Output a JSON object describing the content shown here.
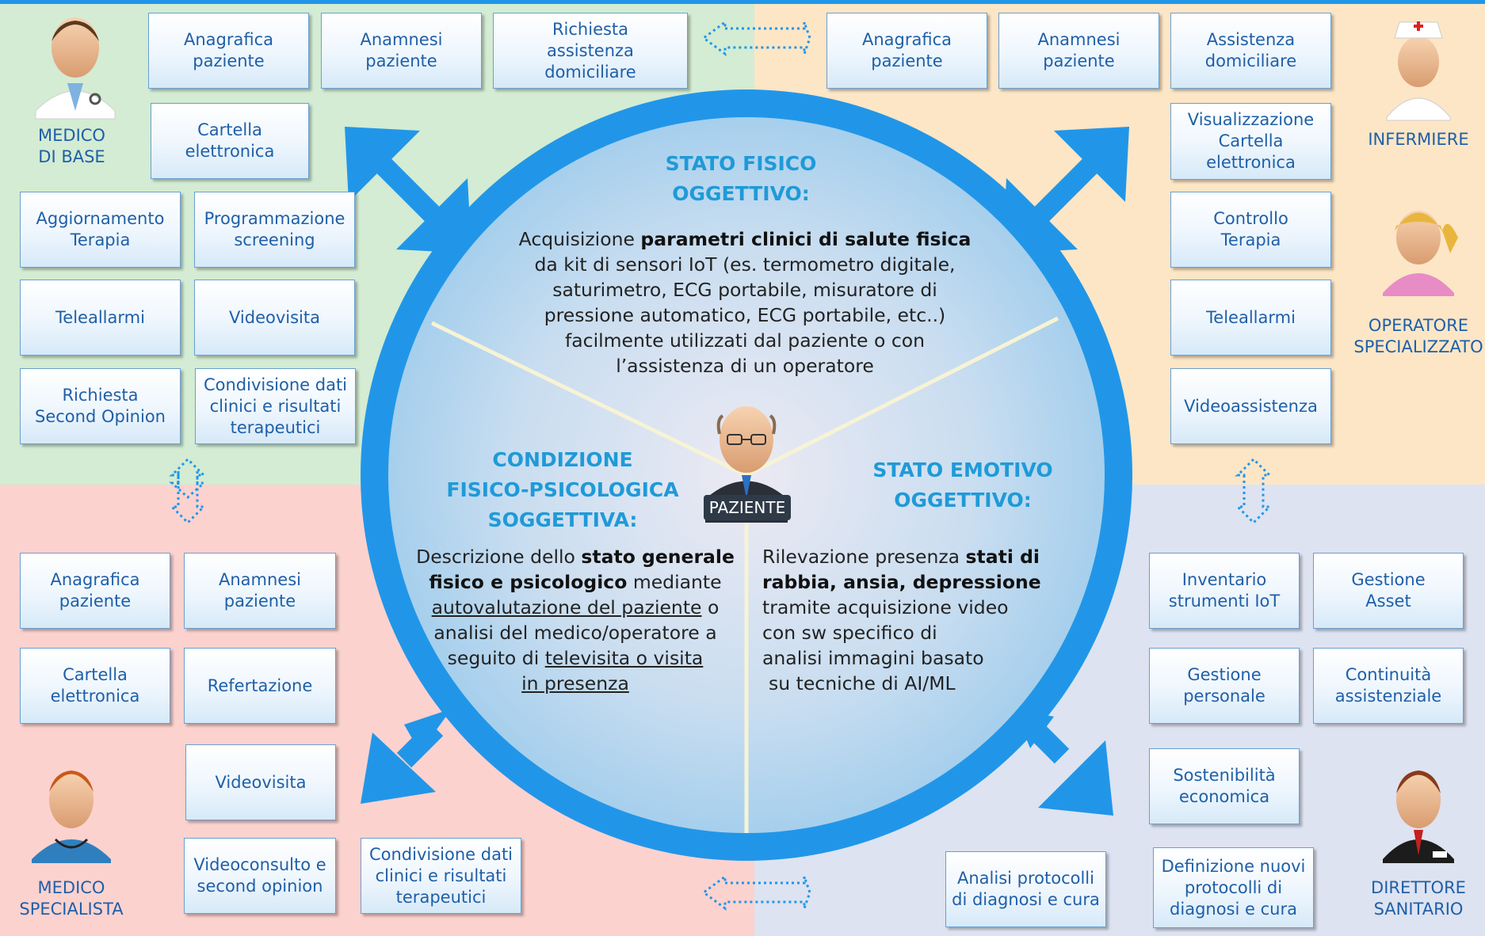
{
  "roles": {
    "medico_base": "MEDICO\nDI BASE",
    "infermiere": "INFERMIERE",
    "operatore": "OPERATORE\nSPECIALIZZATO",
    "medico_specialista": "MEDICO\nSPECIALISTA",
    "direttore": "DIRETTORE\nSANITARIO"
  },
  "boxes": {
    "tl_anagrafica": "Anagrafica\npaziente",
    "tl_anamnesi": "Anamnesi\npaziente",
    "tl_richiesta_dom": "Richiesta\nassistenza domiciliare",
    "tl_cartella": "Cartella\nelettronica",
    "tl_aggiornamento": "Aggiornamento\nTerapia",
    "tl_programmazione": "Programmazione\nscreening",
    "tl_teleallarmi": "Teleallarmi",
    "tl_videovisita": "Videovisita",
    "tl_second_opinion": "Richiesta\nSecond Opinion",
    "tl_condivisione": "Condivisione dati\nclinici e risultati\nterapeutici",
    "tr_anagrafica": "Anagrafica\npaziente",
    "tr_anamnesi": "Anamnesi\npaziente",
    "tr_assistenza": "Assistenza\ndomiciliare",
    "tr_visualizzazione": "Visualizzazione\nCartella\nelettronica",
    "tr_controllo": "Controllo\nTerapia",
    "tr_teleallarmi": "Teleallarmi",
    "tr_videoassistenza": "Videoassistenza",
    "bl_anagrafica": "Anagrafica\npaziente",
    "bl_anamnesi": "Anamnesi\npaziente",
    "bl_cartella": "Cartella\nelettronica",
    "bl_refertazione": "Refertazione",
    "bl_videovisita": "Videovisita",
    "bl_videoconsulto": "Videoconsulto e\nsecond opinion",
    "bl_condivisione": "Condivisione dati\nclinici e risultati\nterapeutici",
    "br_inventario": "Inventario\nstrumenti IoT",
    "br_gestione_asset": "Gestione\nAsset",
    "br_gestione_personale": "Gestione\npersonale",
    "br_continuita": "Continuità\nassistenziale",
    "br_sostenibilita": "Sostenibilità\neconomica",
    "br_analisi": "Analisi protocolli\ndi diagnosi e cura",
    "br_definizione": "Definizione nuovi\nprotocolli di\ndiagnosi e cura"
  },
  "circle": {
    "top_heading": "STATO FISICO\nOGGETTIVO:",
    "top_pre": "Acquisizione ",
    "top_bold": "parametri clinici di salute fisica",
    "top_line2": "da kit di sensori IoT (es. termometro digitale,",
    "top_line3": "saturimetro, ECG portabile, misuratore di",
    "top_line4": "pressione automatico, ECG portabile, etc..)",
    "top_line5": "facilmente utilizzati dal paziente o con",
    "top_line6": "l’assistenza di un operatore",
    "left_heading": "CONDIZIONE\nFISICO-PSICOLOGICA\nSOGGETTIVA:",
    "left_pre": "Descrizione dello ",
    "left_bold1": "stato generale",
    "left_bold2": "fisico e psicologico",
    "left_after_bold2": " mediante",
    "left_underline1": "autovalutazione del paziente",
    "left_after_u1": " o",
    "left_line4": "analisi del medico/operatore a",
    "left_line5_pre": "seguito di ",
    "left_underline2": "televisita o visita",
    "left_underline3": "in presenza",
    "right_heading": "STATO EMOTIVO\nOGGETTIVO:",
    "right_pre": "Rilevazione presenza ",
    "right_bold1": "stati di",
    "right_bold2": "rabbia, ansia, depressione",
    "right_line3": "tramite acquisizione video",
    "right_line4": "con sw specifico di",
    "right_line5": "analisi immagini basato",
    "right_line6": "su tecniche di AI/ML",
    "patient_label": "PAZIENTE"
  },
  "colors": {
    "green": "#d3ecd3",
    "orange": "#fce6c6",
    "pink": "#fcd2cf",
    "lavender": "#dde3f1",
    "ring": "#2196e8",
    "text_blue": "#1f5fa8",
    "heading_blue": "#1f9ad8"
  }
}
